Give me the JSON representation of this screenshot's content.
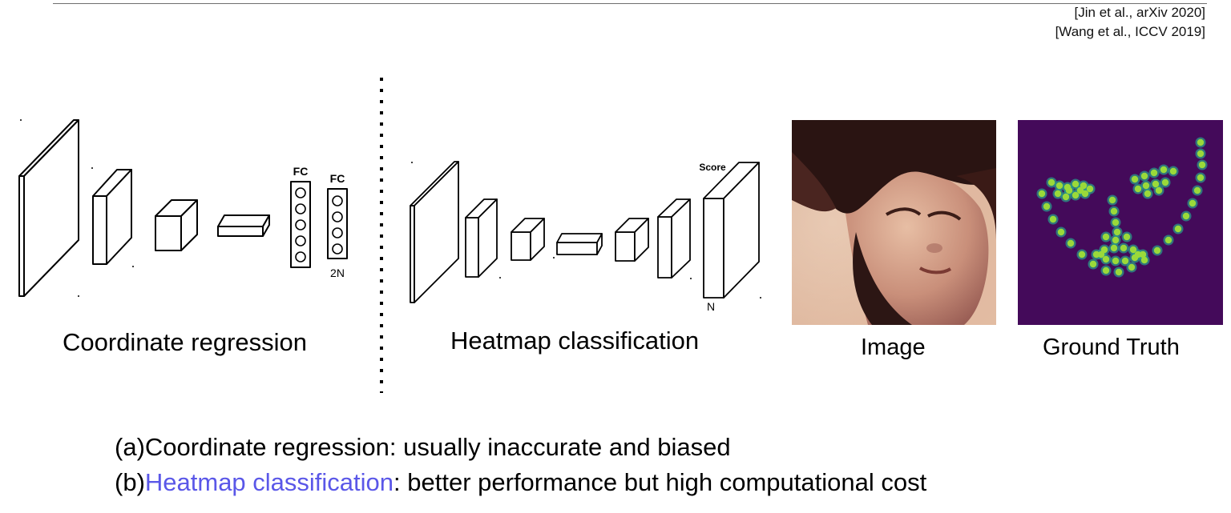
{
  "citations": [
    "[Jin et al., arXiv 2020]",
    "[Wang et al., ICCV 2019]"
  ],
  "regression": {
    "caption": "Coordinate regression",
    "fc_label": "FC",
    "output_size_label": "2N"
  },
  "heatmap": {
    "caption": "Heatmap classification",
    "score_label": "Score",
    "output_size_label": "N"
  },
  "image_caption": "Image",
  "ground_truth_caption": "Ground Truth",
  "notes": {
    "a_marker": "(a)",
    "a_text": "Coordinate regression: usually inaccurate and biased",
    "b_marker": "(b)",
    "b_highlight": "Heatmap classification",
    "b_rest": ": better performance but high computational cost"
  },
  "colors": {
    "highlight": "#5a57e8",
    "heatmap_background": "#440a5a",
    "heatmap_point": "#9ad93a"
  }
}
